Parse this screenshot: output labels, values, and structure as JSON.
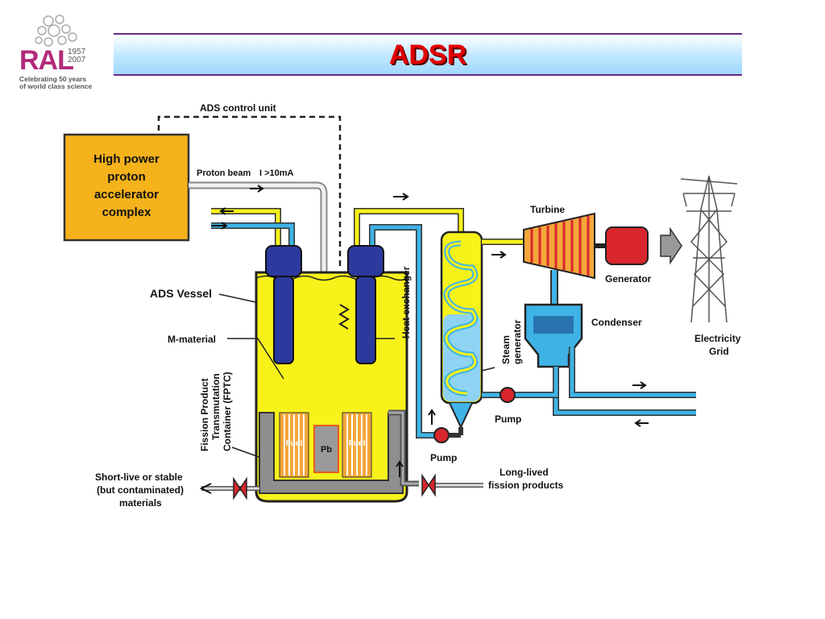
{
  "logo": {
    "brand": "RAL",
    "years": "1957\n2007",
    "year_start": "1957",
    "year_end": "2007",
    "tagline_1": "Celebrating 50 years",
    "tagline_2": "of world class science"
  },
  "title": "ADSR",
  "diagram": {
    "control_unit": "ADS control unit",
    "accelerator": [
      "High power",
      "proton",
      "accelerator",
      "complex"
    ],
    "proton_beam": "Proton beam",
    "beam_current": "I >10mA",
    "ads_vessel": "ADS Vessel",
    "m_material": "M-material",
    "fptc": [
      "Fission Product",
      "Transmutation",
      "Container (FPTC)"
    ],
    "heat_exchanger": "Heat exchanger",
    "steam_generator": [
      "Steam",
      "generator"
    ],
    "turbine": "Turbine",
    "generator": "Generator",
    "condenser": "Condenser",
    "electricity_grid": [
      "Electricity",
      "Grid"
    ],
    "pump_1": "Pump",
    "pump_2": "Pump",
    "fuel_left": "Fuel",
    "pb": "Pb",
    "fuel_right": "Fuel",
    "short_lived": [
      "Short-live or stable",
      "(but contaminated)",
      "materials"
    ],
    "long_lived": [
      "Long-lived",
      "fission products"
    ]
  },
  "colors": {
    "title": "#e30000",
    "accelerator": "#f5b21b",
    "vessel": "#f7f21a",
    "coolant_blue": "#3fb3e6",
    "heat_exchanger_cap": "#2b3a9c",
    "pump": "#d8262c",
    "generator": "#d8262c",
    "fuel": "#f4a63a"
  }
}
